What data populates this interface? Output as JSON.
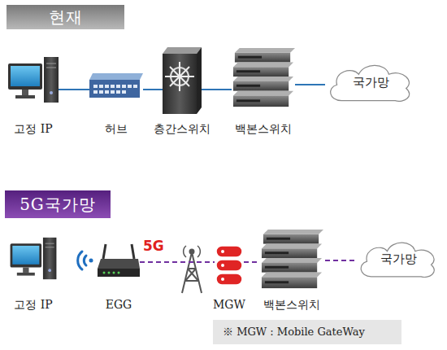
{
  "diagram": {
    "nodes": [
      {
        "text": [
          "현재"
        ]
      },
      {
        "text": [
          "고정 IP"
        ]
      },
      {
        "text": [
          "허브"
        ]
      },
      {
        "text": [
          "층간스위치"
        ]
      },
      {
        "text": [
          "백본스위치"
        ]
      },
      {
        "text": [
          "국가망"
        ]
      },
      {
        "text": [
          "5G국가망"
        ]
      },
      {
        "text": [
          "고정 IP"
        ]
      },
      {
        "text": [
          "EGG"
        ]
      },
      {
        "text": [
          "MGW"
        ]
      },
      {
        "text": [
          "백본스위치"
        ]
      },
      {
        "text": [
          "국가망"
        ]
      },
      {
        "text": [
          "※ MGW : Mobile GateWay"
        ]
      }
    ],
    "edges": [
      {
        "from": 1,
        "to": 2,
        "arrow": "none"
      },
      {
        "from": 2,
        "to": 3,
        "arrow": "none"
      },
      {
        "from": 3,
        "to": 4,
        "arrow": "none"
      },
      {
        "from": 4,
        "to": 5,
        "arrow": "none"
      },
      {
        "from": 8,
        "to": 9,
        "label": "5G",
        "arrow": "none"
      },
      {
        "from": 9,
        "to": 10,
        "arrow": "none"
      },
      {
        "from": 10,
        "to": 11,
        "arrow": "none"
      }
    ]
  }
}
